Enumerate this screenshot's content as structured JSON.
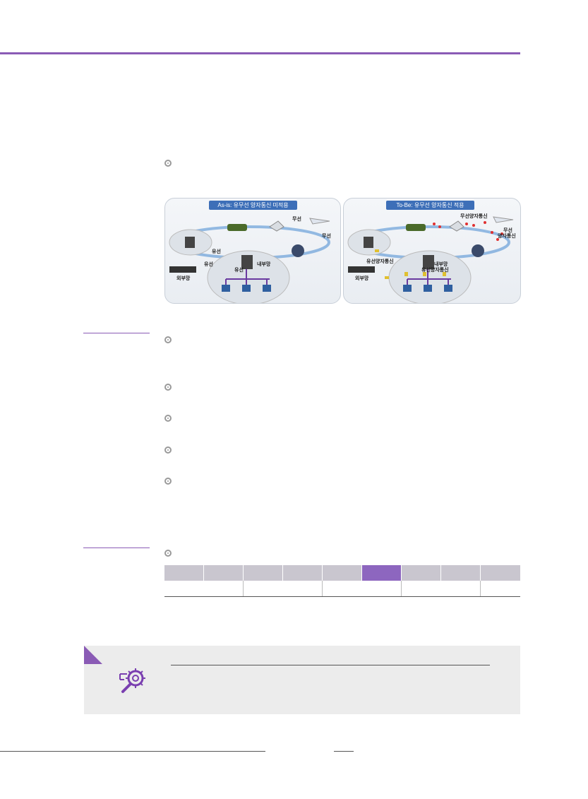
{
  "figure": {
    "as_is": {
      "title": "As-is: 유무선 양자통신 미적용",
      "labels": {
        "wireless_top": "무선",
        "wireless_right": "무선",
        "wired_1": "유선",
        "wired_2": "유선",
        "wired_3": "유선",
        "internal_net": "내부망",
        "external_net": "외부망"
      }
    },
    "to_be": {
      "title": "To-Be: 유무선 양자통신 적용",
      "labels": {
        "wireless_quantum_1": "무선양자통신",
        "wireless_quantum_2": "무선",
        "wireless_quantum_3": "양자통신",
        "wired_quantum_1": "유선양자통신",
        "internal_net": "내부망",
        "wired_quantum_2": "유선양자통신",
        "external_net": "외부망"
      }
    }
  },
  "colors": {
    "accent": "#8a5bb5",
    "table_head": "#c9c6cf",
    "table_head_active": "#8d66bf",
    "tip_bg": "#ececec",
    "panel_title": "#3d6fb8"
  },
  "tip": {
    "icon": "gear-magnifier-icon"
  }
}
